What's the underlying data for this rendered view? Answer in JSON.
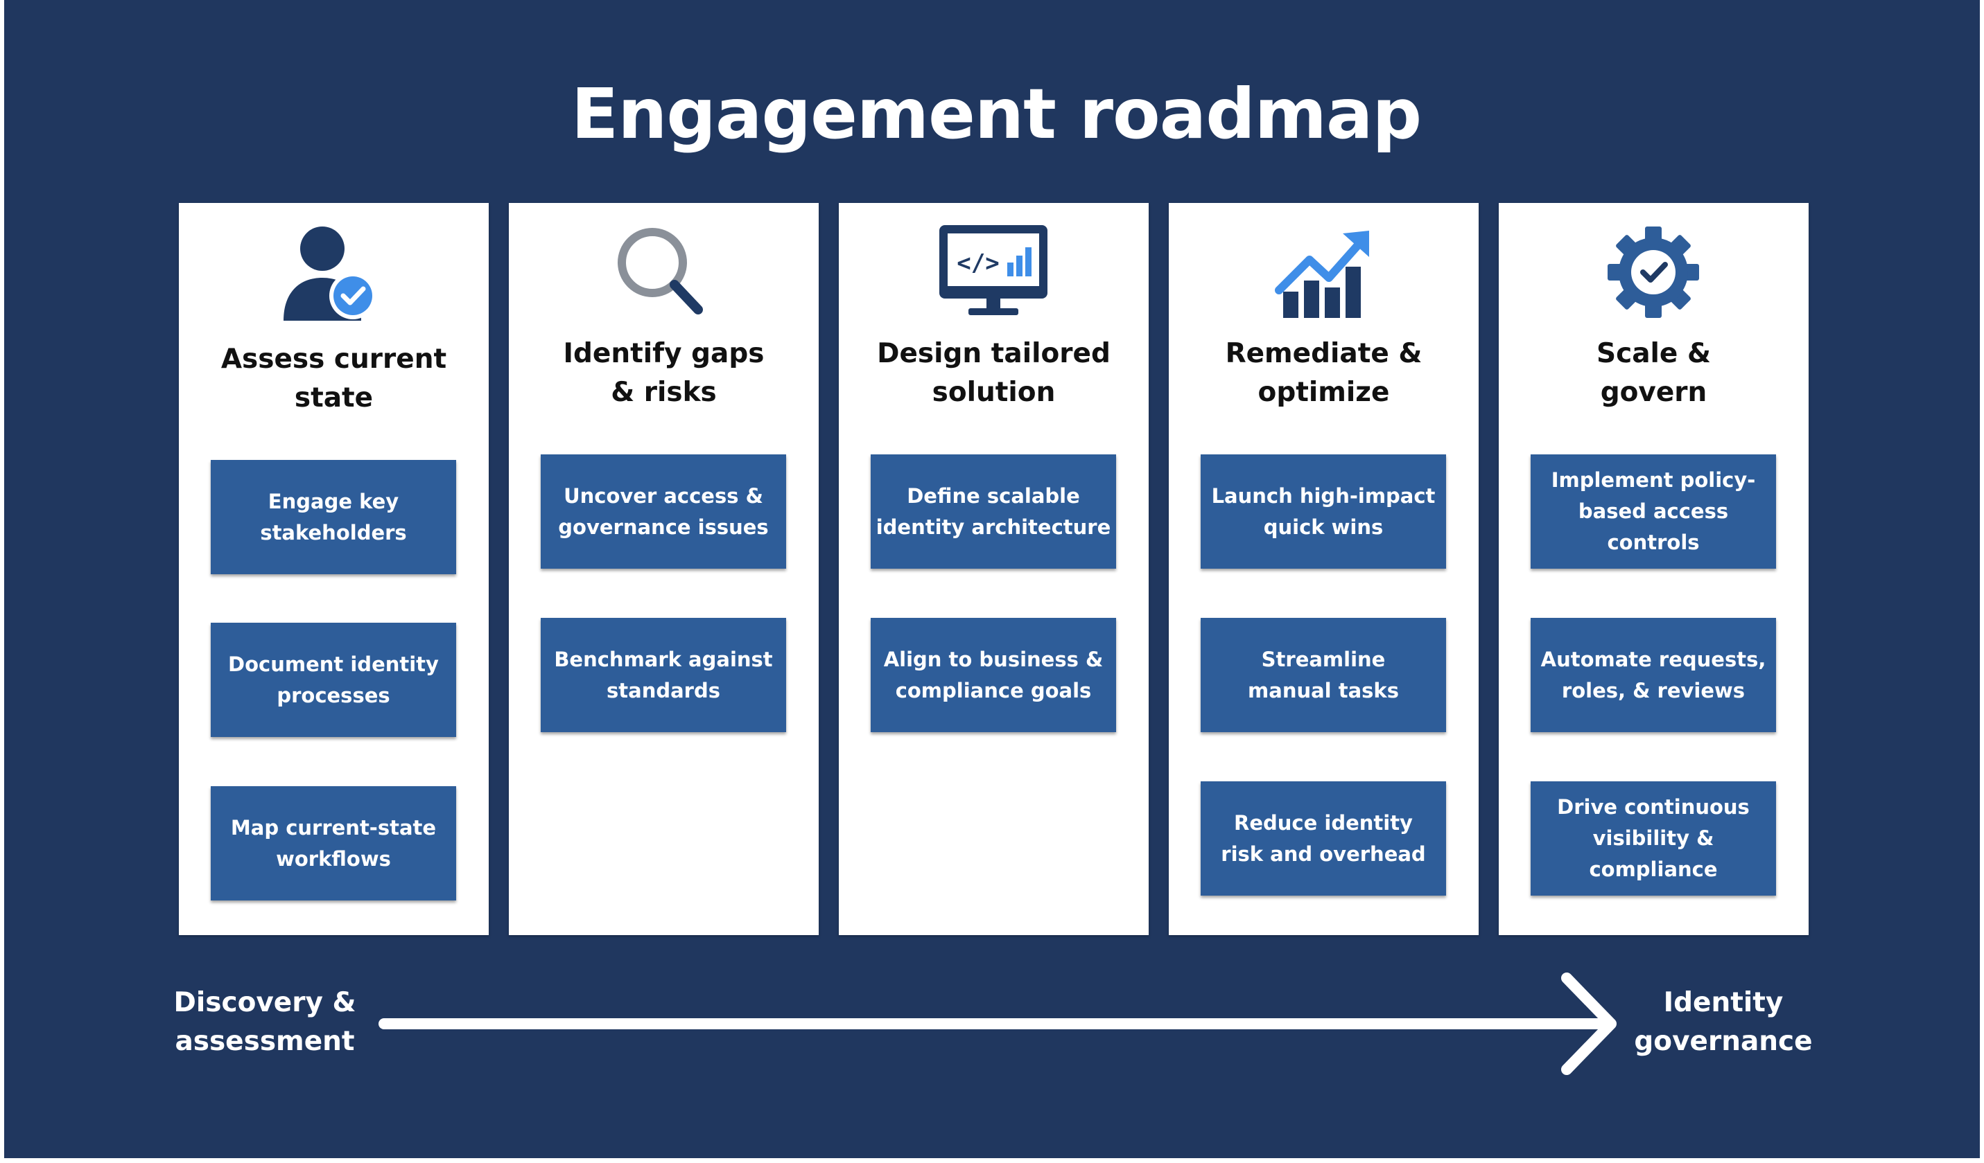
{
  "title": "Engagement roadmap",
  "colors": {
    "background": "#20375f",
    "card": "#ffffff",
    "box": "#2e5d99",
    "icon_dark": "#1f3a64",
    "icon_accent": "#3f8ee8"
  },
  "columns": [
    {
      "icon": "person-check-icon",
      "title": "Assess current\nstate",
      "items": [
        "Engage key\nstakeholders",
        "Document identity\nprocesses",
        "Map current-state\nworkflows"
      ]
    },
    {
      "icon": "magnifying-glass-icon",
      "title": "Identify gaps\n& risks",
      "items": [
        "Uncover access &\ngovernance issues",
        "Benchmark against\nstandards"
      ]
    },
    {
      "icon": "monitor-code-icon",
      "title": "Design tailored\nsolution",
      "items": [
        "Define scalable\nidentity architecture",
        "Align to business &\ncompliance goals"
      ]
    },
    {
      "icon": "growth-chart-icon",
      "title": "Remediate &\noptimize",
      "items": [
        "Launch high-impact\nquick wins",
        "Streamline\nmanual tasks",
        "Reduce identity\nrisk and overhead"
      ]
    },
    {
      "icon": "gear-check-icon",
      "title": "Scale &\ngovern",
      "items": [
        "Implement policy-\nbased access\ncontrols",
        "Automate requests,\nroles, & reviews",
        "Drive continuous\nvisibility &\ncompliance"
      ]
    }
  ],
  "timeline": {
    "start_label": "Discovery &\nassessment",
    "end_label": "Identity\ngovernance"
  }
}
